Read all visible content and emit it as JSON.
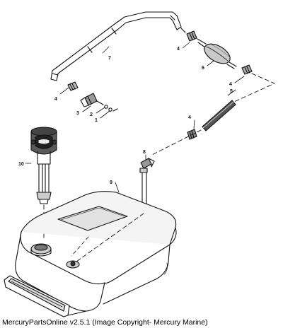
{
  "callouts": {
    "c1": "1",
    "c2": "2",
    "c3": "3",
    "c4a": "4",
    "c4b": "4",
    "c4c": "4",
    "c4d": "4",
    "c5": "5",
    "c6": "6",
    "c7": "7",
    "c8": "8",
    "c9": "9",
    "c10": "10"
  },
  "footer": {
    "copyright": "MercuryPartsOnline v2.5.1 (Image Copyright- Mercury Marine)"
  }
}
